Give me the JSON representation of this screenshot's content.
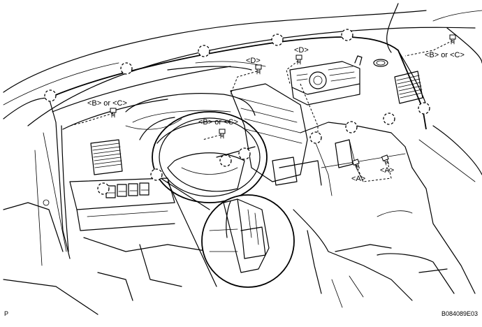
{
  "labels": {
    "b_or_c_top_right": "<B> or <C>",
    "b_or_c_left": "<B> or <C>",
    "b_or_c_center": "<B> or <C>",
    "d_left": "<D>",
    "d_right": "<D>",
    "a_left": "<A>",
    "a_right": "<A>"
  },
  "corner": {
    "left_mark": "P",
    "figure_code": "B084089E03"
  },
  "icons": {
    "clip": "dashed-circle-clip-icon",
    "bolt": "bolt-screw-icon",
    "magnifier": "detail-circle-icon"
  }
}
